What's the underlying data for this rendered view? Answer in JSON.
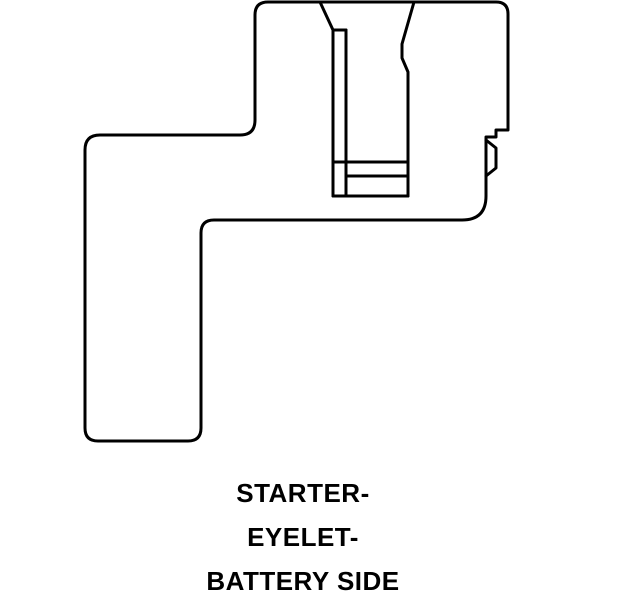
{
  "caption": {
    "line1": "STARTER-",
    "line2": "EYELET-",
    "line3": "BATTERY SIDE"
  },
  "colors": {
    "stroke": "#000000",
    "background": "#ffffff"
  }
}
